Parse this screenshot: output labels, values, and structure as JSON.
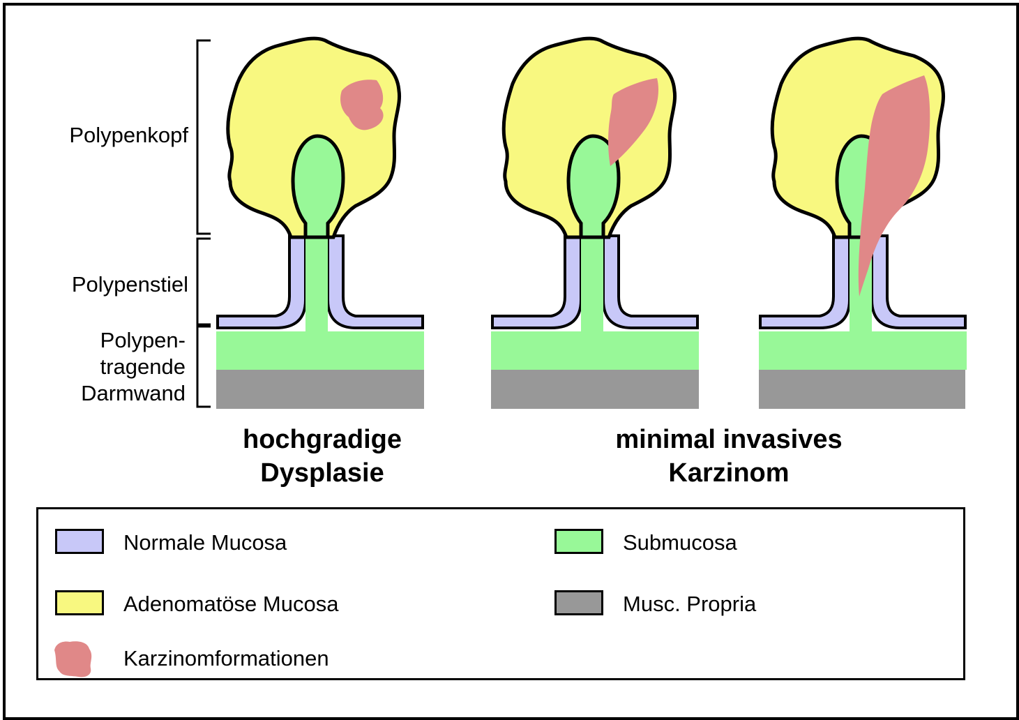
{
  "labels": {
    "head": "Polypenkopf",
    "stalk": "Polypenstiel",
    "wall_line1": "Polypen-",
    "wall_line2": "tragende",
    "wall_line3": "Darmwand"
  },
  "titles": {
    "left_line1": "hochgradige",
    "left_line2": "Dysplasie",
    "right_line1": "minimal invasives",
    "right_line2": "Karzinom"
  },
  "legend": [
    {
      "label": "Normale Mucosa",
      "color": "#c8c8f8",
      "icon": "swatch"
    },
    {
      "label": "Submucosa",
      "color": "#98f898",
      "icon": "swatch"
    },
    {
      "label": "Adenomatöse Mucosa",
      "color": "#f8f880",
      "icon": "swatch"
    },
    {
      "label": "Musc. Propria",
      "color": "#989898",
      "icon": "swatch"
    },
    {
      "label": "Karzinomformationen",
      "color": "#e08888",
      "icon": "carcinoma-blob"
    }
  ],
  "colors": {
    "normal_mucosa": "#c8c8f8",
    "submucosa": "#98f898",
    "adenomatous_mucosa": "#f8f880",
    "muscularis_propria": "#989898",
    "carcinoma": "#e08888",
    "outline": "#000000"
  }
}
